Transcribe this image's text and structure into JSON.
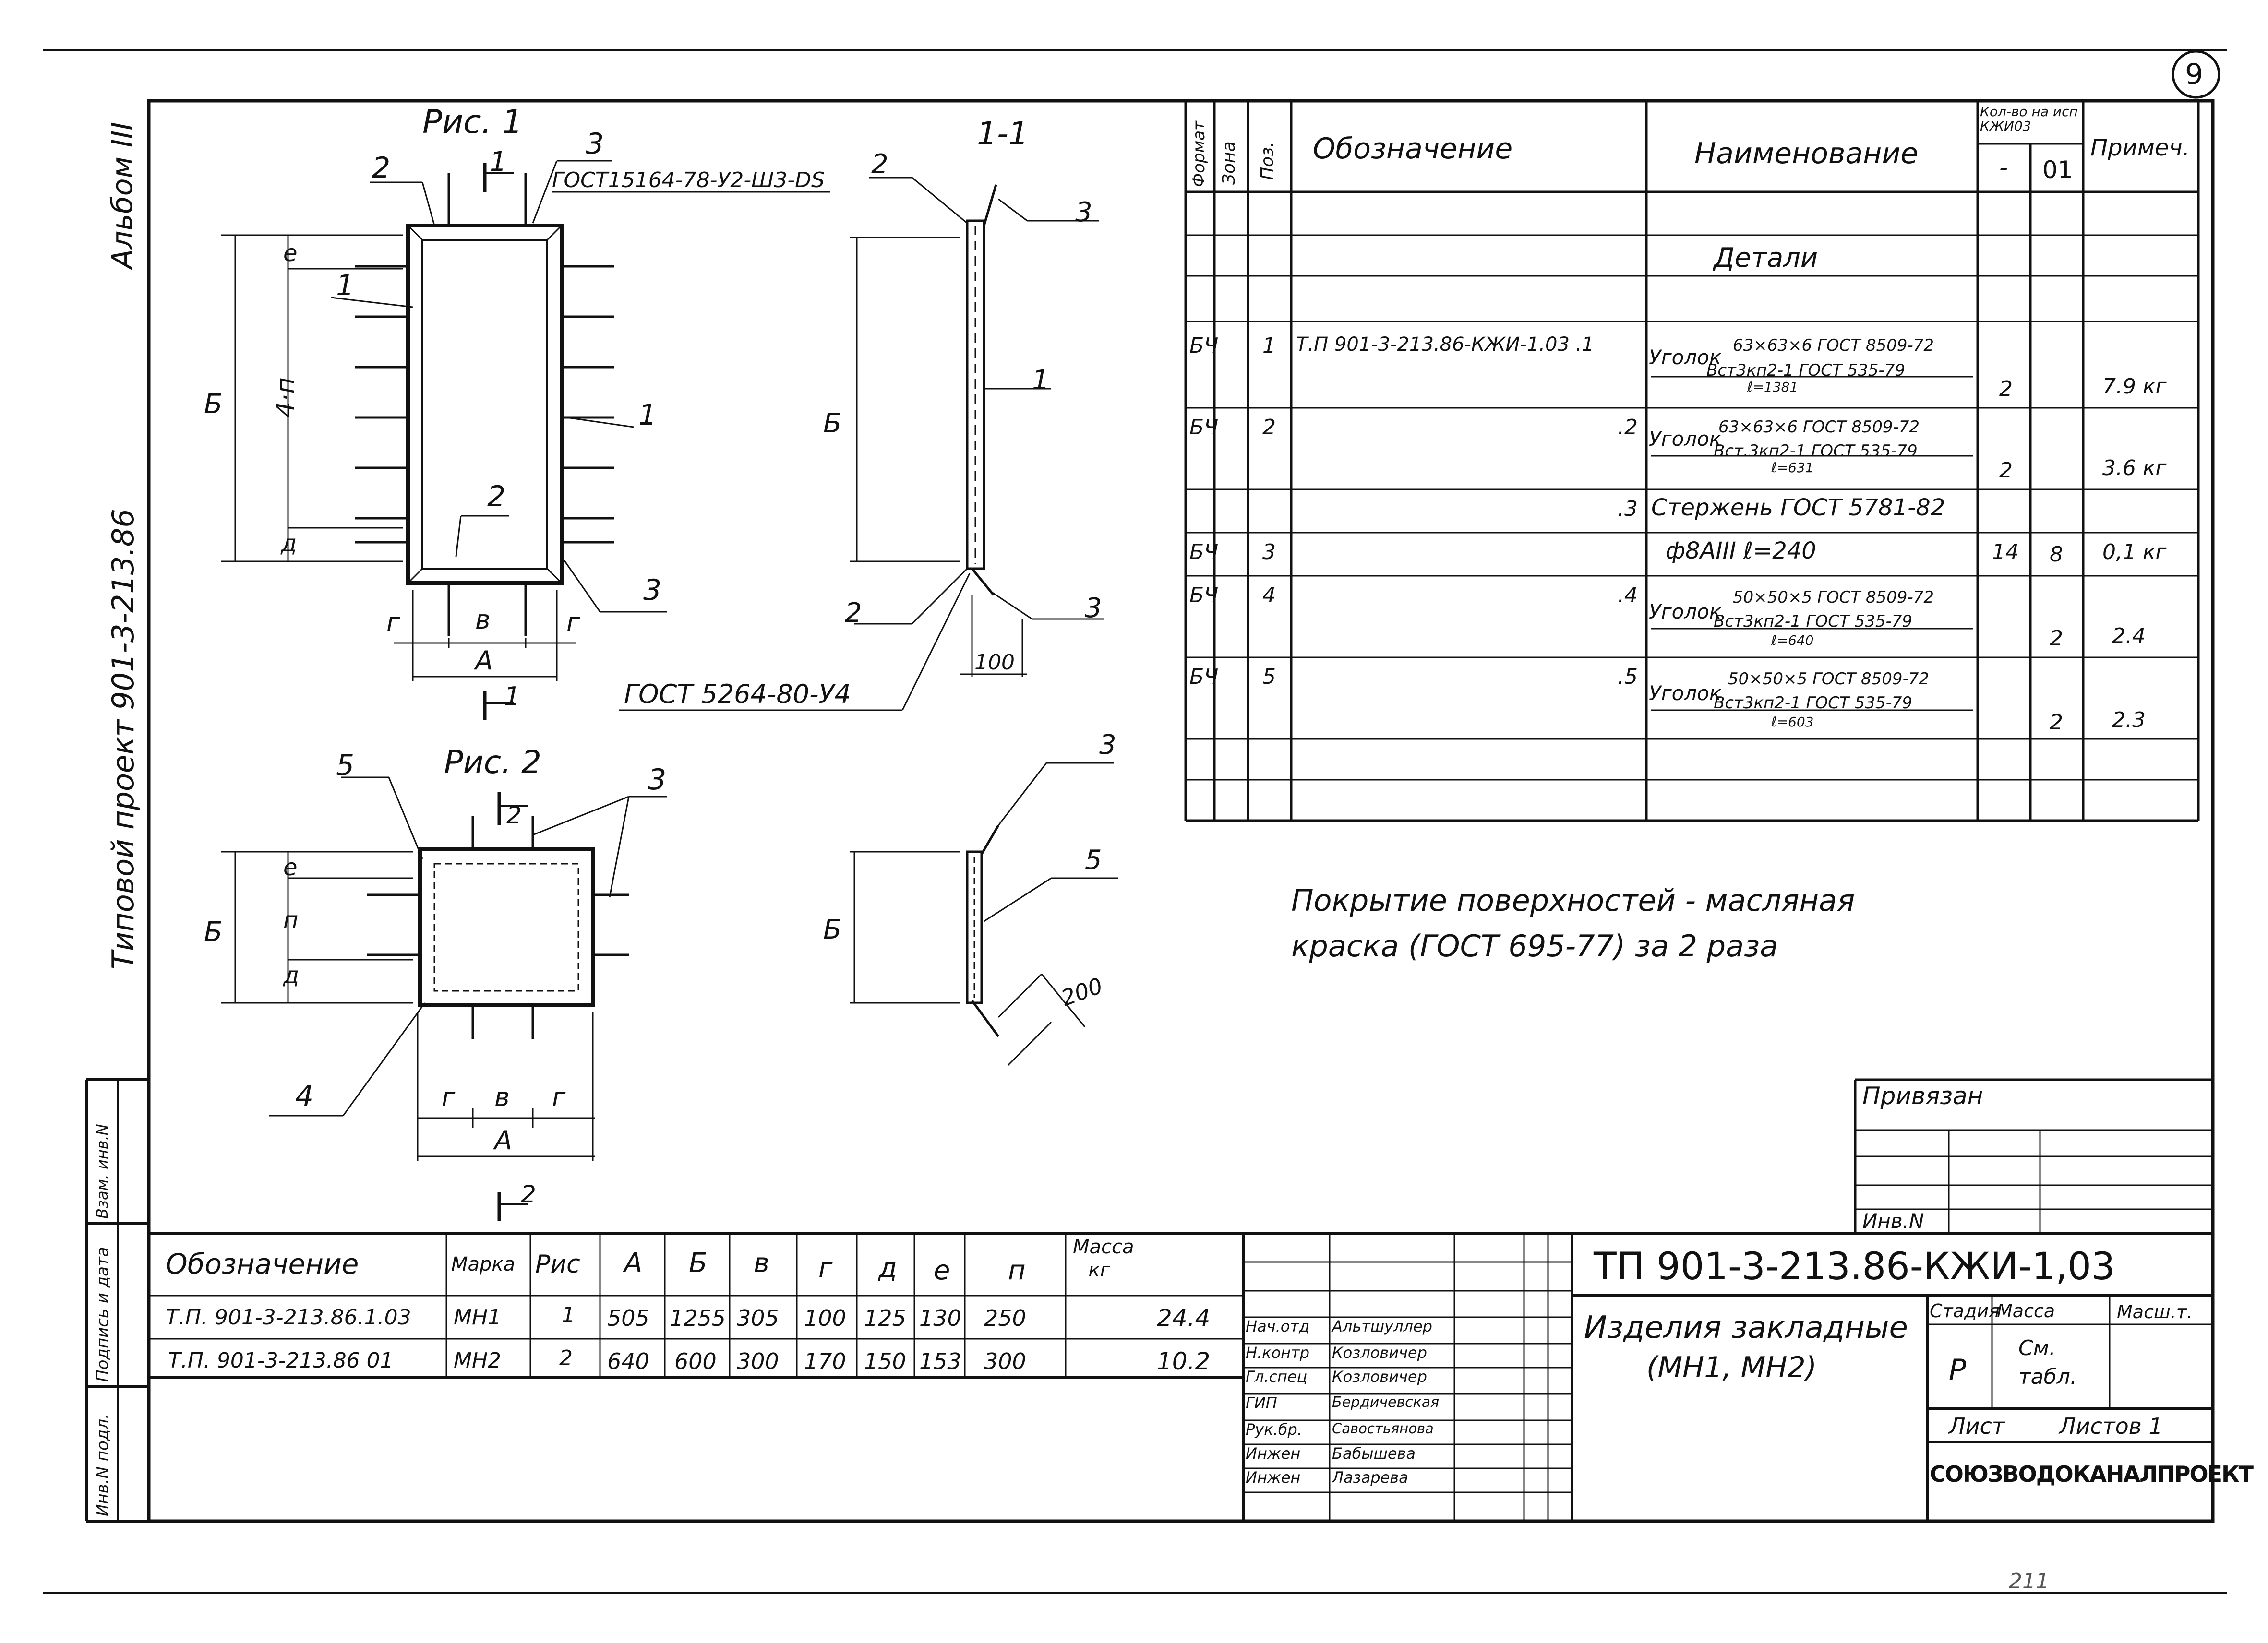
{
  "sheet_number": "9",
  "album": "Альбом III",
  "project": "Типовой проект 901-3-213.86",
  "figure1": {
    "title": "Рис. 1",
    "section_title": "1-1",
    "callout_gost1": "ГОСТ15164-78-У2-Ш3-DS",
    "callout_gost2": "ГОСТ 5264-80-У4",
    "labels": {
      "pos1": "1",
      "pos2": "2",
      "pos3": "3",
      "section_mark": "1"
    },
    "dims": {
      "B": "Б",
      "e": "е",
      "n4": "4·п",
      "d": "д",
      "g": "г",
      "v": "в",
      "A": "А",
      "len100": "100"
    }
  },
  "figure2": {
    "title": "Рис. 2",
    "labels": {
      "pos3": "3",
      "pos4": "4",
      "pos5": "5",
      "section_mark": "2"
    },
    "dims": {
      "B": "Б",
      "e": "е",
      "n": "п",
      "d": "д",
      "g": "г",
      "v": "в",
      "A": "А",
      "len200": "200"
    }
  },
  "spec_table": {
    "headers": {
      "format": "Формат",
      "zone": "Зона",
      "pos": "Поз.",
      "designation": "Обозначение",
      "name": "Наименование",
      "qty": "Кол-во на исп КЖИ03",
      "qty_a": "-",
      "qty_b": "01",
      "note": "Примеч."
    },
    "section": "Детали",
    "rows": [
      {
        "format": "БЧ",
        "pos": "1",
        "designation": "Т.П 901-3-213.86-КЖИ-1.03 .1",
        "name_main": "Уголок",
        "name_top": "63×63×6 ГОСТ 8509-72",
        "name_bot": "Вст3кп2-1 ГОСТ 535-79",
        "name_len": "ℓ=1381",
        "qty_a": "2",
        "qty_b": "",
        "note": "7.9 кг"
      },
      {
        "format": "БЧ",
        "pos": "2",
        "designation": ".2",
        "name_main": "Уголок",
        "name_top": "63×63×6 ГОСТ 8509-72",
        "name_bot": "Вст.3кп2-1 ГОСТ 535-79",
        "name_len": "ℓ=631",
        "qty_a": "2",
        "qty_b": "",
        "note": "3.6 кг"
      },
      {
        "format": "",
        "pos": "",
        "designation": ".3",
        "name_main": "Стержень ГОСТ 5781-82",
        "name_top": "",
        "name_bot": "",
        "name_len": "",
        "qty_a": "",
        "qty_b": "",
        "note": ""
      },
      {
        "format": "БЧ",
        "pos": "3",
        "designation": "",
        "name_main": "ф8АIII  ℓ=240",
        "name_top": "",
        "name_bot": "",
        "name_len": "",
        "qty_a": "14",
        "qty_b": "8",
        "note": "0,1 кг"
      },
      {
        "format": "БЧ",
        "pos": "4",
        "designation": ".4",
        "name_main": "Уголок",
        "name_top": "50×50×5 ГОСТ 8509-72",
        "name_bot": "Вст3кп2-1 ГОСТ 535-79",
        "name_len": "ℓ=640",
        "qty_a": "",
        "qty_b": "2",
        "note": "2.4"
      },
      {
        "format": "БЧ",
        "pos": "5",
        "designation": ".5",
        "name_main": "Уголок",
        "name_top": "50×50×5 ГОСТ 8509-72",
        "name_bot": "Вст3кп2-1 ГОСТ 535-79",
        "name_len": "ℓ=603",
        "qty_a": "",
        "qty_b": "2",
        "note": "2.3"
      }
    ]
  },
  "coating_note": [
    "Покрытие поверхностей - масляная",
    "краска (ГОСТ 695-77) за 2 раза"
  ],
  "binding": {
    "title": "Привязан",
    "inv": "Инв.N"
  },
  "marks_table": {
    "headers": [
      "Обозначение",
      "Марка",
      "Рис",
      "А",
      "Б",
      "в",
      "г",
      "д",
      "е",
      "п",
      "Масса кг"
    ],
    "rows": [
      [
        "Т.П. 901-3-213.86.1.03",
        "МН1",
        "1",
        "505",
        "1255",
        "305",
        "100",
        "125",
        "130",
        "250",
        "24.4"
      ],
      [
        "Т.П. 901-3-213.86 01",
        "МН2",
        "2",
        "640",
        "600",
        "300",
        "170",
        "150",
        "153",
        "300",
        "10.2"
      ]
    ]
  },
  "left_stamp": {
    "inv_orig": "Инв.N подл.",
    "sign_date": "Подпись и дата",
    "inv_dup": "Взам. инв.N"
  },
  "signatures": [
    {
      "role": "Нач.отд",
      "name": "Альтшуллер"
    },
    {
      "role": "Н.контр",
      "name": "Козловичер"
    },
    {
      "role": "Гл.спец",
      "name": "Козловичер"
    },
    {
      "role": "ГИП",
      "name": "Бердичевская"
    },
    {
      "role": "Рук.бр.",
      "name": "Савостьянова"
    },
    {
      "role": "Инжен",
      "name": "Бабышева"
    },
    {
      "role": "Инжен",
      "name": "Лазарева"
    }
  ],
  "title_block": {
    "code": "ТП 901-3-213.86-КЖИ-1,03",
    "title_line1": "Изделия закладные",
    "title_line2": "(МН1, МН2)",
    "stage_label": "Стадия",
    "mass_label": "Масса",
    "scale_label": "Масш.т.",
    "stage": "Р",
    "mass": "См. табл.",
    "sheet_label": "Лист",
    "sheets_label": "Листов 1",
    "org": "СОЮЗВОДОКАНАЛПРОЕКТ"
  },
  "footer_mark": "211"
}
